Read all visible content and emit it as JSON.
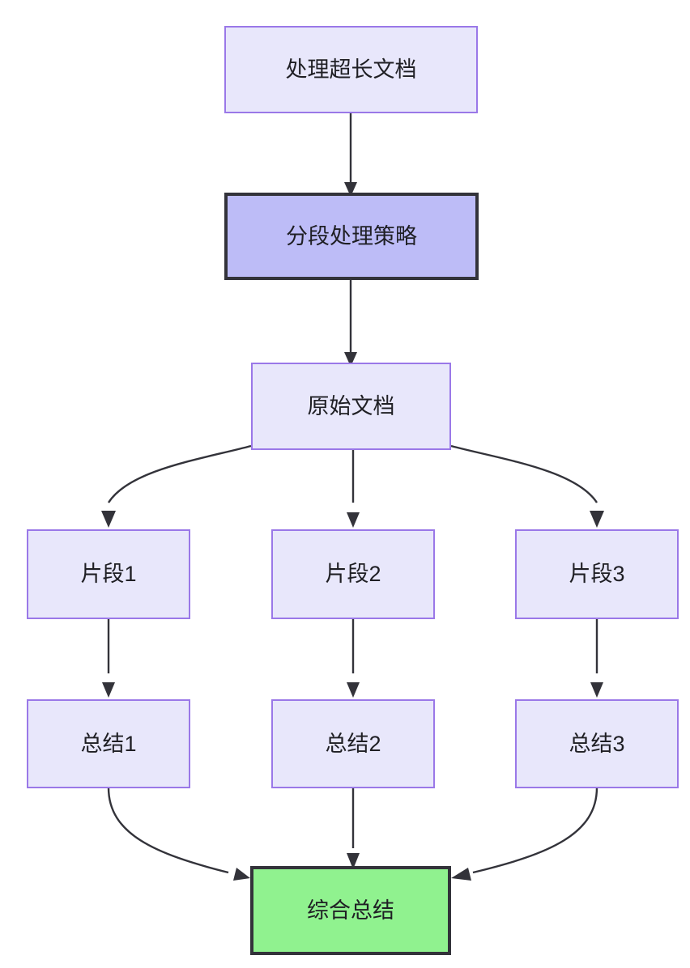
{
  "diagram": {
    "type": "flowchart",
    "direction": "top-to-bottom",
    "title": "处理超长文档",
    "background_color": "#ffffff",
    "palette": {
      "plain_fill": "#e8e7fb",
      "plain_stroke": "#9a78e8",
      "emphasis_fill": "#bdbcf7",
      "emphasis_stroke": "#33333a",
      "result_fill": "#90f28f",
      "result_stroke": "#33333a",
      "edge_color": "#33333a",
      "text_color": "#1f1f24"
    },
    "nodes": [
      {
        "id": "doc",
        "label": "处理超长文档",
        "style": "plain"
      },
      {
        "id": "strategy",
        "label": "分段处理策略",
        "style": "emphasis"
      },
      {
        "id": "source",
        "label": "原始文档",
        "style": "plain"
      },
      {
        "id": "chunk1",
        "label": "片段1",
        "style": "plain"
      },
      {
        "id": "chunk2",
        "label": "片段2",
        "style": "plain"
      },
      {
        "id": "chunk3",
        "label": "片段3",
        "style": "plain"
      },
      {
        "id": "sum1",
        "label": "总结1",
        "style": "plain"
      },
      {
        "id": "sum2",
        "label": "总结2",
        "style": "plain"
      },
      {
        "id": "sum3",
        "label": "总结3",
        "style": "plain"
      },
      {
        "id": "final",
        "label": "综合总结",
        "style": "result"
      }
    ],
    "edges": [
      {
        "from": "doc",
        "to": "strategy",
        "shape": "straight"
      },
      {
        "from": "strategy",
        "to": "source",
        "shape": "straight"
      },
      {
        "from": "source",
        "to": "chunk1",
        "shape": "curve"
      },
      {
        "from": "source",
        "to": "chunk2",
        "shape": "straight"
      },
      {
        "from": "source",
        "to": "chunk3",
        "shape": "curve"
      },
      {
        "from": "chunk1",
        "to": "sum1",
        "shape": "straight"
      },
      {
        "from": "chunk2",
        "to": "sum2",
        "shape": "straight"
      },
      {
        "from": "chunk3",
        "to": "sum3",
        "shape": "straight"
      },
      {
        "from": "sum1",
        "to": "final",
        "shape": "curve"
      },
      {
        "from": "sum2",
        "to": "final",
        "shape": "straight"
      },
      {
        "from": "sum3",
        "to": "final",
        "shape": "curve"
      }
    ]
  }
}
